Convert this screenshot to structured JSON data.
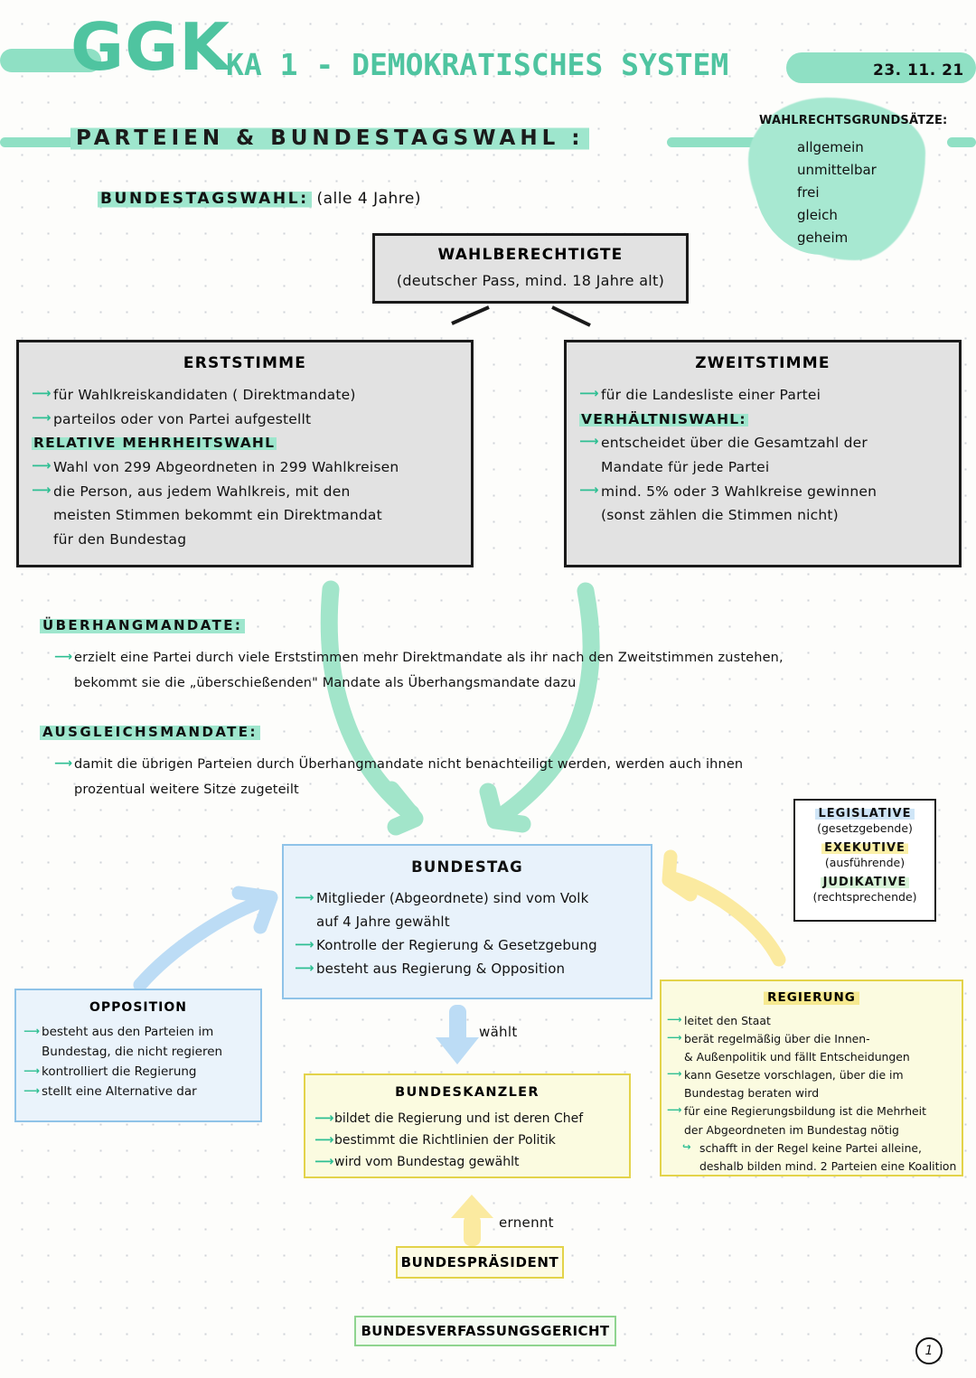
{
  "header": {
    "logo": "GGK",
    "title": "KA 1 - DEMOKRATISCHES SYSTEM",
    "date": "23. 11. 21"
  },
  "section": {
    "title": "PARTEIEN & BUNDESTAGSWAHL :",
    "subtitle_highlight": "BUNDESTAGSWAHL:",
    "subtitle_rest": " (alle 4 Jahre)"
  },
  "wahlrechtsgrundsaetze": {
    "title": "WAHLRECHTSGRUNDSÄTZE:",
    "items": [
      "allgemein",
      "unmittelbar",
      "frei",
      "gleich",
      "geheim"
    ]
  },
  "wahlberechtigte": {
    "title": "WAHLBERECHTIGTE",
    "subtitle": "(deutscher Pass, mind. 18 Jahre alt)"
  },
  "erststimme": {
    "title": "ERSTSTIMME",
    "items": [
      "für Wahlkreiskandidaten ( Direktmandate)",
      "parteilos oder von Partei aufgestellt"
    ],
    "sub_heading": "RELATIVE MEHRHEITSWAHL",
    "items2": [
      "Wahl von 299 Abgeordneten in 299 Wahlkreisen",
      "die Person, aus jedem Wahlkreis, mit den"
    ],
    "cont1": "meisten Stimmen bekommt ein Direktmandat",
    "cont2": "für den Bundestag"
  },
  "zweitstimme": {
    "title": "ZWEITSTIMME",
    "item1": "für die Landesliste einer Partei",
    "sub_heading": "VERHÄLTNISWAHL:",
    "item2": "entscheidet über die Gesamtzahl der",
    "item2_cont": "Mandate für jede Partei",
    "item3": "mind. 5% oder 3 Wahlkreise gewinnen",
    "item3_cont": "(sonst zählen die Stimmen nicht)"
  },
  "ueberhangmandate": {
    "heading": "ÜBERHANGMANDATE:",
    "line1": "erzielt eine Partei durch viele Erststimmen mehr Direktmandate als ihr nach den Zweitstimmen zustehen,",
    "line2": "bekommt sie die „überschießenden\" Mandate als Überhangsmandate dazu"
  },
  "ausgleichsmandate": {
    "heading": "AUSGLEICHSMANDATE:",
    "line1": "damit die übrigen Parteien durch Überhangmandate nicht benachteiligt werden, werden auch ihnen",
    "line2": "prozentual weitere Sitze zugeteilt"
  },
  "bundestag": {
    "title": "BUNDESTAG",
    "item1": "Mitglieder (Abgeordnete) sind vom Volk",
    "item1_cont": "auf 4 Jahre gewählt",
    "item2": "Kontrolle der Regierung & Gesetzgebung",
    "item3": "besteht aus Regierung & Opposition"
  },
  "opposition": {
    "title": "OPPOSITION",
    "item1": "besteht aus den Parteien im",
    "item1_cont": "Bundestag, die nicht regieren",
    "item2": "kontrolliert die Regierung",
    "item3": "stellt eine Alternative dar"
  },
  "regierung": {
    "title": "REGIERUNG",
    "item1": "leitet den Staat",
    "item2": "berät regelmäßig über die Innen-",
    "item2_cont": "& Außenpolitik und fällt Entscheidungen",
    "item3": "kann Gesetze vorschlagen, über die im",
    "item3_cont": "Bundestag beraten wird",
    "item4": "für eine Regierungsbildung ist die Mehrheit",
    "item4_cont": "der Abgeordneten im Bundestag nötig",
    "item5": "schafft in der Regel keine Partei alleine,",
    "item5_cont": "deshalb bilden mind. 2 Parteien eine Koalition"
  },
  "bundeskanzler": {
    "title": "BUNDESKANZLER",
    "item1": "bildet die Regierung und ist deren Chef",
    "item2": "bestimmt die Richtlinien der Politik",
    "item3": "wird vom Bundestag gewählt"
  },
  "gewalten": [
    {
      "name": "LEGISLATIVE",
      "desc": "(gesetzgebende)"
    },
    {
      "name": "EXEKUTIVE",
      "desc": "(ausführende)"
    },
    {
      "name": "JUDIKATIVE",
      "desc": "(rechtsprechende)"
    }
  ],
  "bundespraesident": {
    "title": "BUNDESPRÄSIDENT"
  },
  "bundesverfassungsgericht": {
    "title": "BUNDESVERFASSUNGSGERICHT"
  },
  "connectors": {
    "waehlt": "wählt",
    "ernennt": "ernennt"
  },
  "page_number": "1",
  "colors": {
    "mint": "#8fe0c4",
    "mint_dark": "#4fc4a0",
    "arrow_green": "#2fbf93",
    "blue_box": "#e8f2fb",
    "blue_border": "#8fc3e8",
    "yellow_box": "#fbfbe0",
    "yellow_border": "#e3d34a",
    "grey_box": "#e2e2e2",
    "green_border": "#8fd48f"
  }
}
